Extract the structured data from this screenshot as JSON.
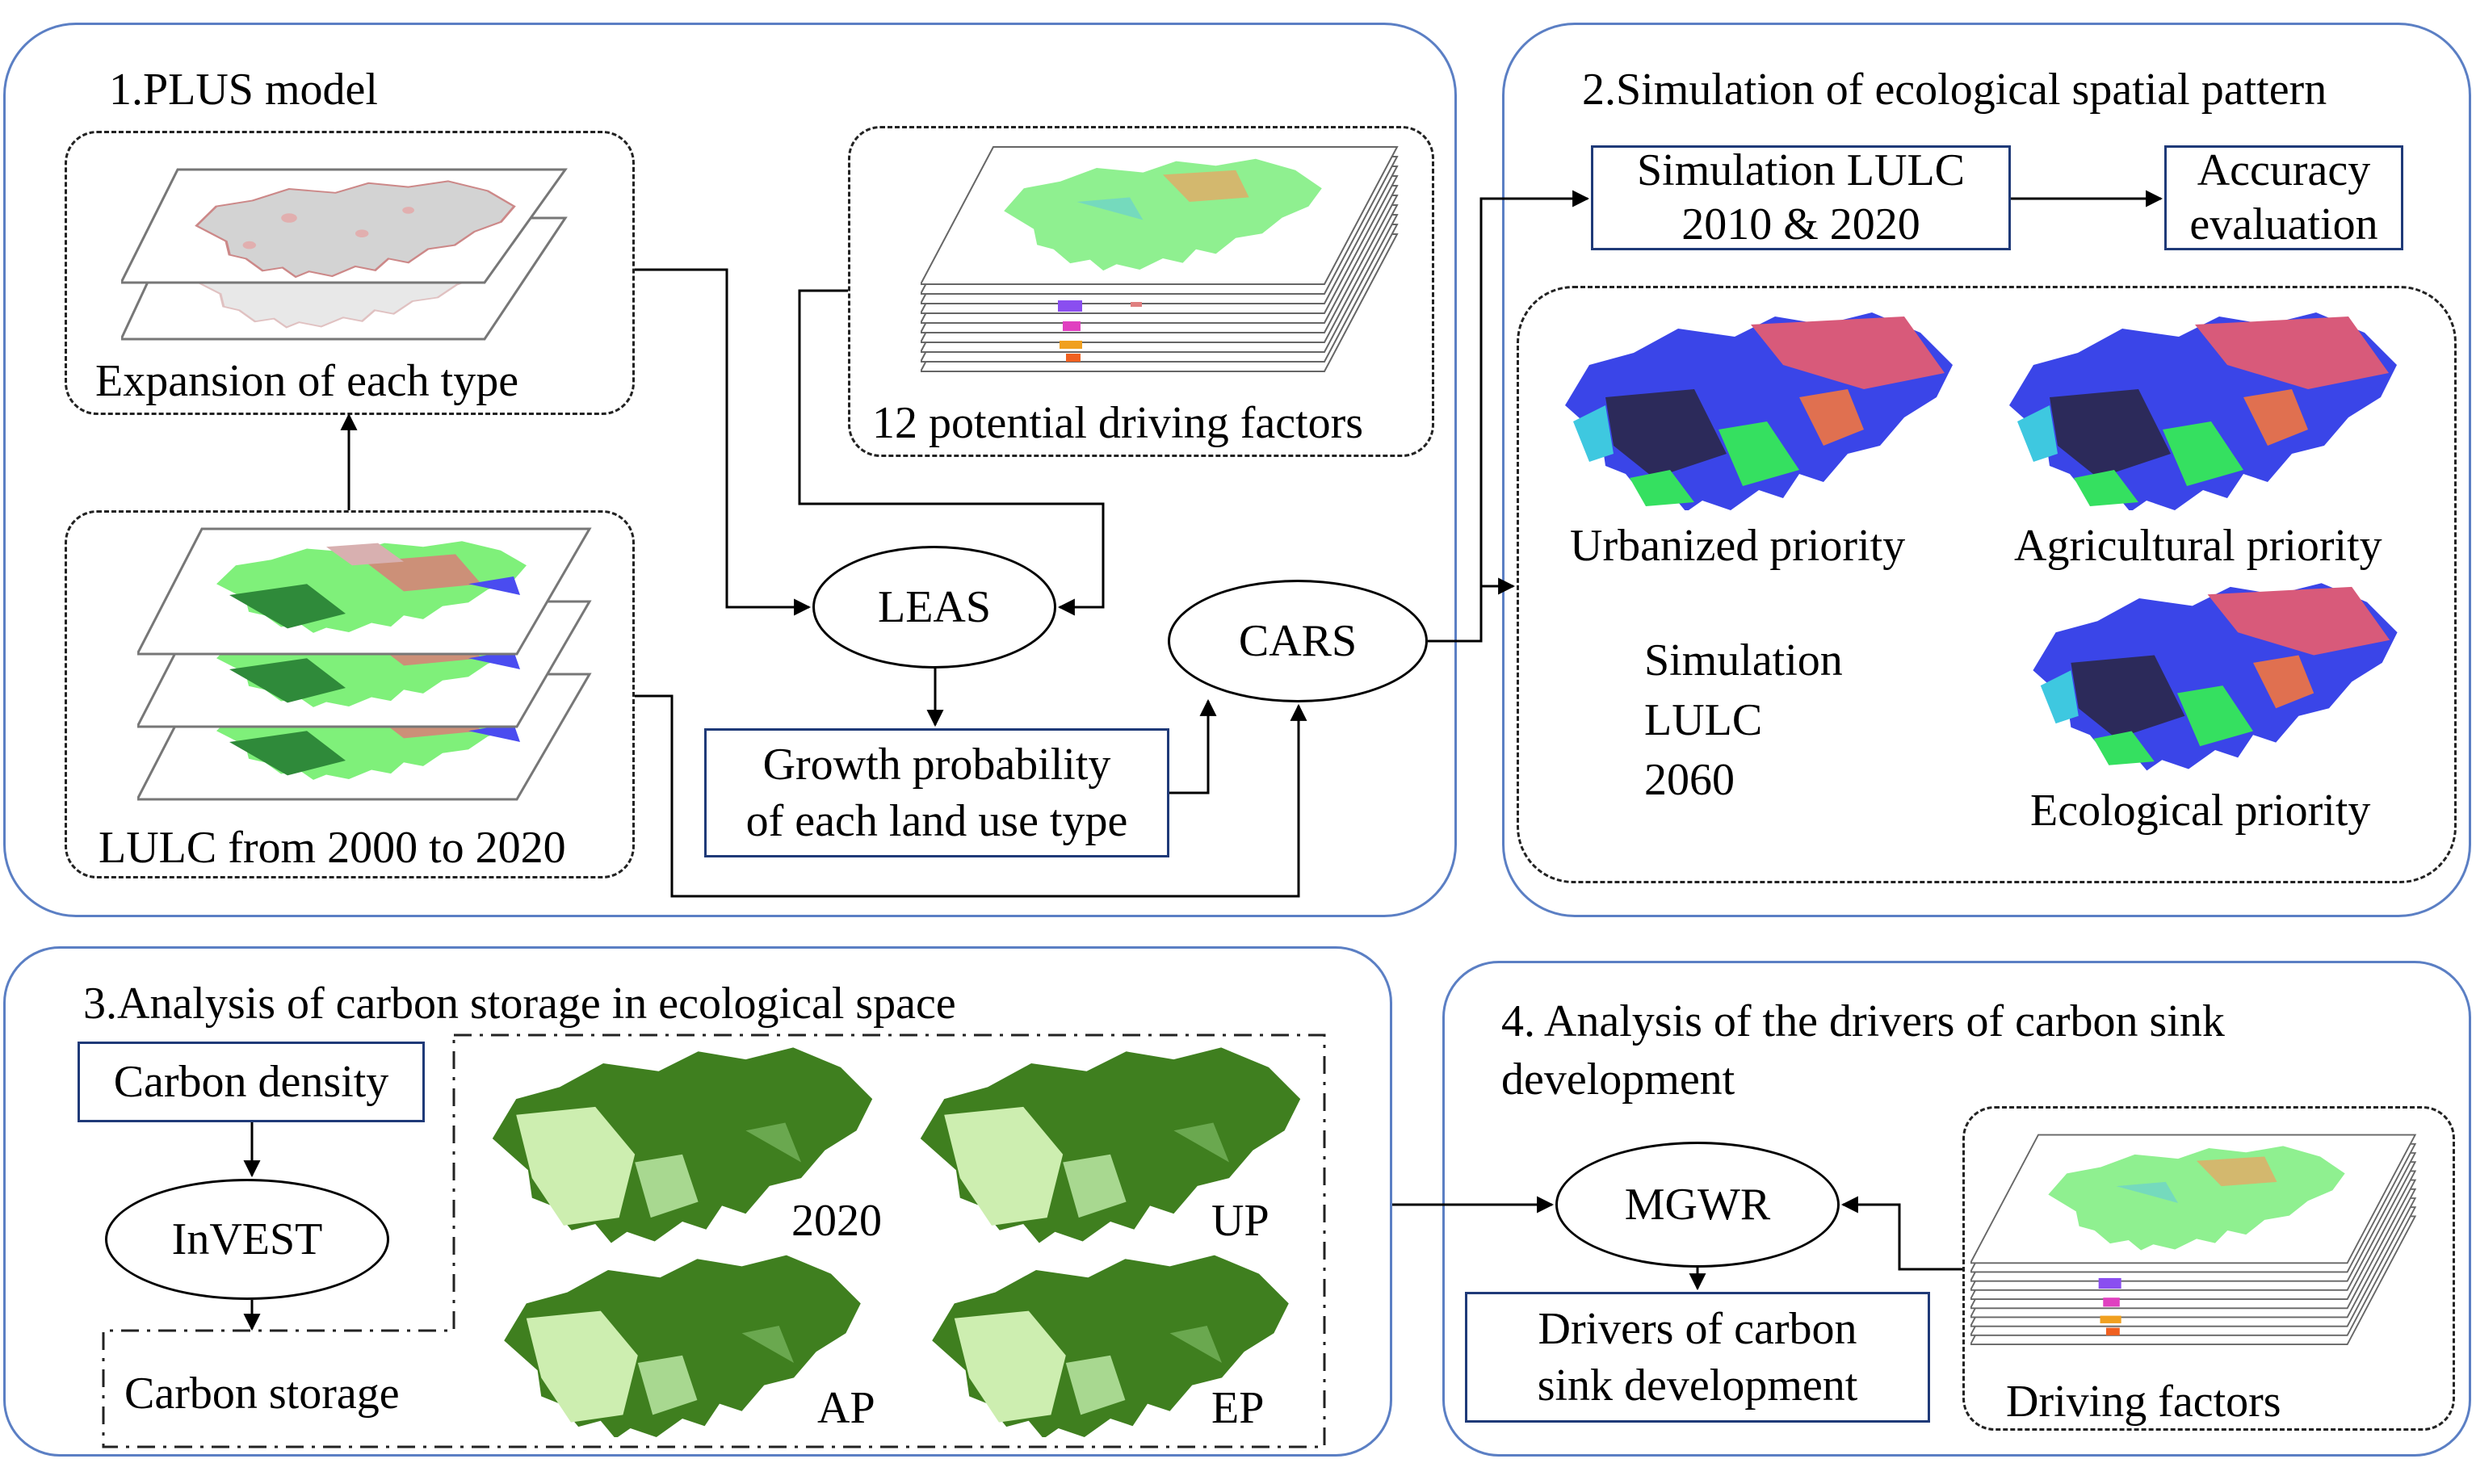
{
  "panel1": {
    "title": "1.PLUS model",
    "expansion_label": "Expansion of each type",
    "lulc_label": "LULC from 2000 to 2020",
    "factors_label": "12 potential driving factors",
    "leas": "LEAS",
    "cars": "CARS",
    "growth_line1": "Growth probability",
    "growth_line2": "of each land use type"
  },
  "panel2": {
    "title": "2.Simulation of ecological spatial pattern",
    "sim_line1": "Simulation LULC",
    "sim_line2": "2010 & 2020",
    "acc_line1": "Accuracy",
    "acc_line2": "evaluation",
    "urbanized": "Urbanized priority",
    "agricultural": "Agricultural priority",
    "ecological": "Ecological priority",
    "sim2060_line1": "Simulation",
    "sim2060_line2": "LULC",
    "sim2060_line3": "2060"
  },
  "panel3": {
    "title": "3.Analysis of carbon storage in ecological space",
    "carbon_density": "Carbon density",
    "invest": "InVEST",
    "carbon_storage": "Carbon storage",
    "map_2020": "2020",
    "map_up": "UP",
    "map_ap": "AP",
    "map_ep": "EP"
  },
  "panel4": {
    "title_line1": "4. Analysis of the drivers of carbon sink",
    "title_line2": "development",
    "mgwr": "MGWR",
    "drivers_line1": "Drivers of carbon",
    "drivers_line2": "sink development",
    "driving_factors": "Driving factors"
  },
  "colors": {
    "panel_border": "#5b7fc4",
    "box_border": "#1f3a78",
    "forest_dark": "#3f7f1f",
    "forest_light": "#cdeeb0",
    "lulc_green": "#7ff07a",
    "lulc_blue": "#4a4cf0",
    "lulc_red": "#e07878"
  }
}
